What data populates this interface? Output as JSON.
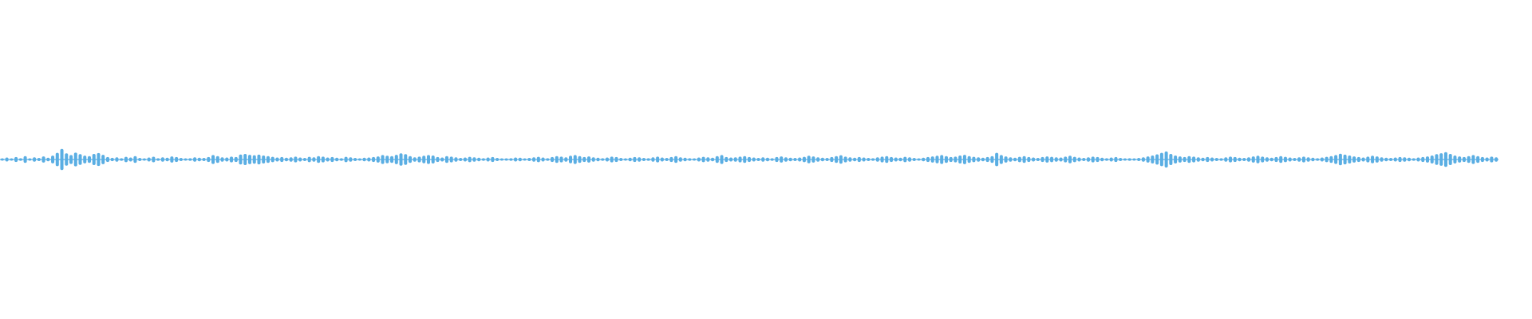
{
  "waveform": {
    "color": "#5aaee3",
    "background": "#ffffff",
    "peaks": [
      0.1,
      0.18,
      0.07,
      0.22,
      0.12,
      0.3,
      0.09,
      0.2,
      0.14,
      0.28,
      0.16,
      0.35,
      0.6,
      0.95,
      0.55,
      0.4,
      0.62,
      0.48,
      0.35,
      0.3,
      0.5,
      0.58,
      0.42,
      0.22,
      0.15,
      0.2,
      0.12,
      0.24,
      0.18,
      0.3,
      0.14,
      0.1,
      0.18,
      0.25,
      0.12,
      0.2,
      0.16,
      0.28,
      0.22,
      0.14,
      0.1,
      0.12,
      0.2,
      0.16,
      0.14,
      0.22,
      0.4,
      0.3,
      0.2,
      0.18,
      0.26,
      0.22,
      0.45,
      0.5,
      0.42,
      0.38,
      0.44,
      0.36,
      0.3,
      0.24,
      0.18,
      0.22,
      0.16,
      0.2,
      0.26,
      0.18,
      0.14,
      0.24,
      0.2,
      0.3,
      0.26,
      0.18,
      0.22,
      0.16,
      0.12,
      0.24,
      0.2,
      0.14,
      0.1,
      0.16,
      0.18,
      0.22,
      0.28,
      0.4,
      0.34,
      0.3,
      0.42,
      0.55,
      0.48,
      0.3,
      0.2,
      0.26,
      0.34,
      0.4,
      0.36,
      0.22,
      0.18,
      0.3,
      0.26,
      0.2,
      0.14,
      0.18,
      0.24,
      0.2,
      0.16,
      0.12,
      0.18,
      0.22,
      0.14,
      0.1,
      0.08,
      0.12,
      0.18,
      0.16,
      0.1,
      0.14,
      0.2,
      0.24,
      0.18,
      0.12,
      0.22,
      0.3,
      0.26,
      0.2,
      0.34,
      0.4,
      0.3,
      0.22,
      0.28,
      0.2,
      0.16,
      0.12,
      0.18,
      0.26,
      0.22,
      0.14,
      0.1,
      0.16,
      0.22,
      0.2,
      0.14,
      0.12,
      0.2,
      0.26,
      0.18,
      0.14,
      0.22,
      0.3,
      0.2,
      0.16,
      0.12,
      0.1,
      0.18,
      0.24,
      0.2,
      0.16,
      0.3,
      0.4,
      0.22,
      0.18,
      0.2,
      0.26,
      0.3,
      0.22,
      0.18,
      0.14,
      0.2,
      0.16,
      0.12,
      0.22,
      0.28,
      0.2,
      0.16,
      0.14,
      0.18,
      0.24,
      0.34,
      0.28,
      0.2,
      0.16,
      0.14,
      0.22,
      0.3,
      0.38,
      0.26,
      0.2,
      0.16,
      0.22,
      0.18,
      0.14,
      0.12,
      0.2,
      0.26,
      0.3,
      0.22,
      0.18,
      0.16,
      0.24,
      0.2,
      0.14,
      0.1,
      0.16,
      0.22,
      0.28,
      0.34,
      0.4,
      0.3,
      0.22,
      0.26,
      0.36,
      0.42,
      0.3,
      0.24,
      0.2,
      0.16,
      0.22,
      0.3,
      0.6,
      0.4,
      0.28,
      0.2,
      0.16,
      0.24,
      0.3,
      0.22,
      0.18,
      0.14,
      0.22,
      0.28,
      0.24,
      0.2,
      0.18,
      0.26,
      0.34,
      0.24,
      0.18,
      0.14,
      0.2,
      0.26,
      0.22,
      0.16,
      0.12,
      0.18,
      0.22,
      0.14,
      0.1,
      0.12,
      0.08,
      0.14,
      0.2,
      0.28,
      0.36,
      0.46,
      0.6,
      0.72,
      0.5,
      0.36,
      0.28,
      0.22,
      0.3,
      0.26,
      0.2,
      0.16,
      0.22,
      0.18,
      0.14,
      0.12,
      0.2,
      0.26,
      0.22,
      0.16,
      0.14,
      0.2,
      0.28,
      0.34,
      0.26,
      0.2,
      0.16,
      0.22,
      0.3,
      0.24,
      0.18,
      0.14,
      0.2,
      0.26,
      0.2,
      0.16,
      0.12,
      0.18,
      0.24,
      0.3,
      0.4,
      0.52,
      0.44,
      0.36,
      0.28,
      0.22,
      0.18,
      0.26,
      0.34,
      0.28,
      0.2,
      0.16,
      0.14,
      0.18,
      0.22,
      0.2,
      0.16,
      0.12,
      0.18,
      0.22,
      0.28,
      0.36,
      0.48,
      0.56,
      0.66,
      0.5,
      0.36,
      0.28,
      0.22,
      0.3,
      0.4,
      0.3,
      0.22,
      0.18,
      0.26,
      0.2
    ]
  }
}
